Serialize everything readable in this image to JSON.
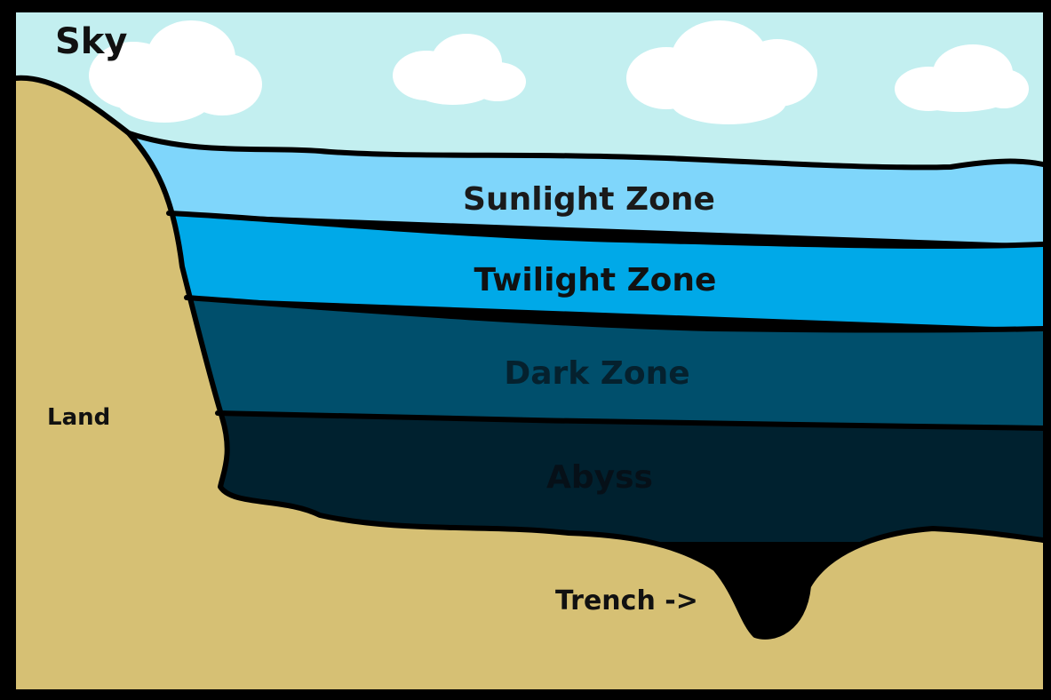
{
  "labels": {
    "sky": "Sky",
    "land": "Land",
    "sunlight": "Sunlight Zone",
    "twilight": "Twilight Zone",
    "dark": "Dark Zone",
    "abyss": "Abyss",
    "trench": "Trench ->"
  },
  "colors": {
    "sky": "#c3eff0",
    "cloud": "#ffffff",
    "sunlight": "#7fd6fb",
    "twilight": "#00a9e8",
    "dark": "#004f6c",
    "abyss": "#00212f",
    "land": "#d6c074",
    "outline": "#000000",
    "frame": "#000000"
  }
}
